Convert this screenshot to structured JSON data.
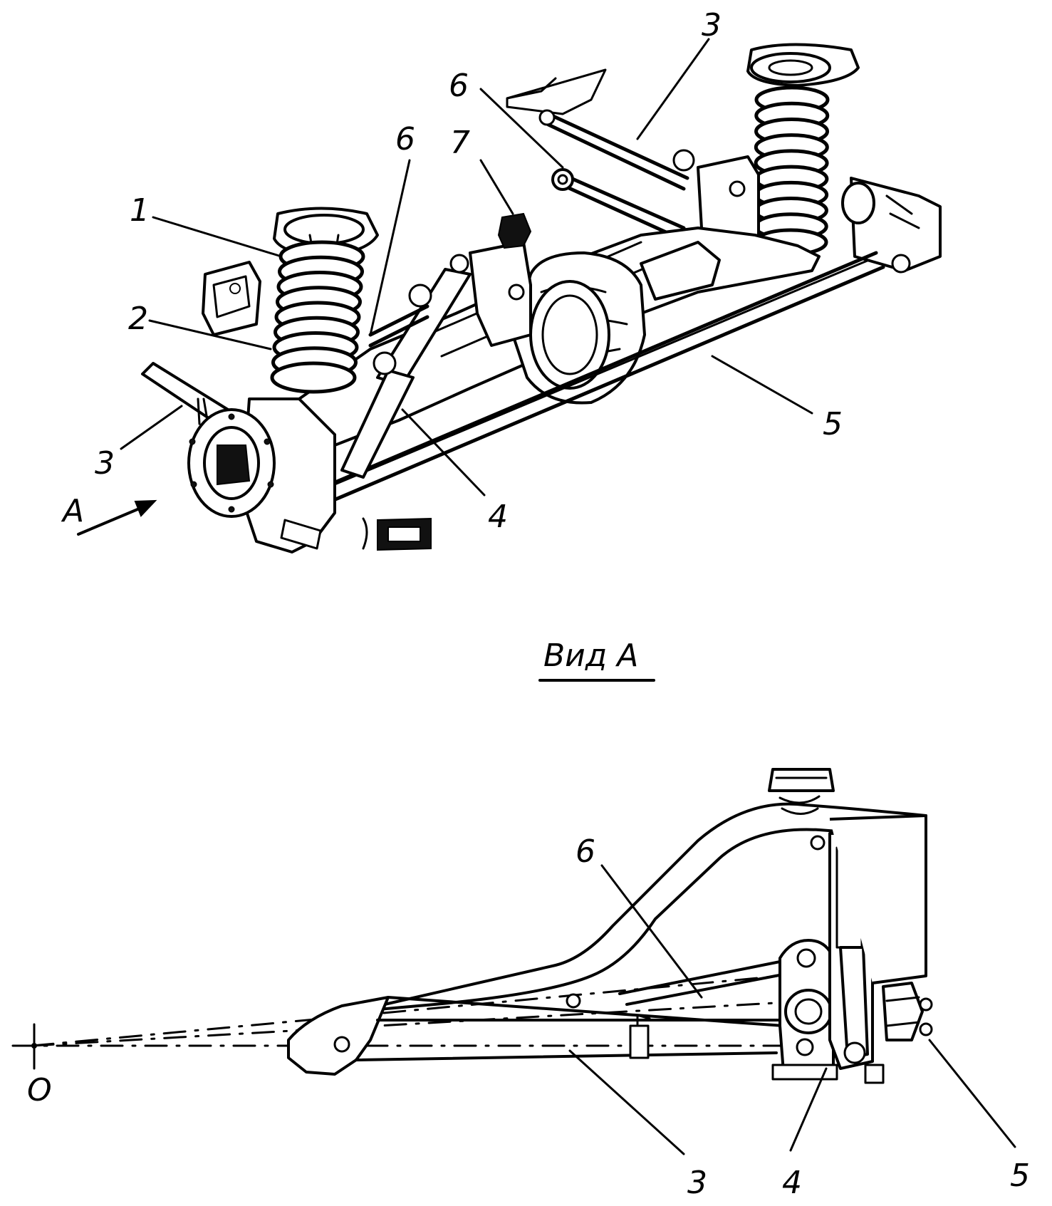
{
  "top_view": {
    "callouts": [
      {
        "id": "c1",
        "label": "1"
      },
      {
        "id": "c2",
        "label": "2"
      },
      {
        "id": "c3a",
        "label": "3"
      },
      {
        "id": "c3b",
        "label": "3"
      },
      {
        "id": "c4",
        "label": "4"
      },
      {
        "id": "c5",
        "label": "5"
      },
      {
        "id": "c6a",
        "label": "6"
      },
      {
        "id": "c6b",
        "label": "6"
      },
      {
        "id": "c7",
        "label": "7"
      }
    ],
    "view_arrow_label": "A"
  },
  "bottom_view": {
    "title": "Вид А",
    "origin_label": "O",
    "callouts": [
      {
        "id": "d6",
        "label": "6"
      },
      {
        "id": "d3",
        "label": "3"
      },
      {
        "id": "d4",
        "label": "4"
      },
      {
        "id": "d5",
        "label": "5"
      }
    ]
  }
}
